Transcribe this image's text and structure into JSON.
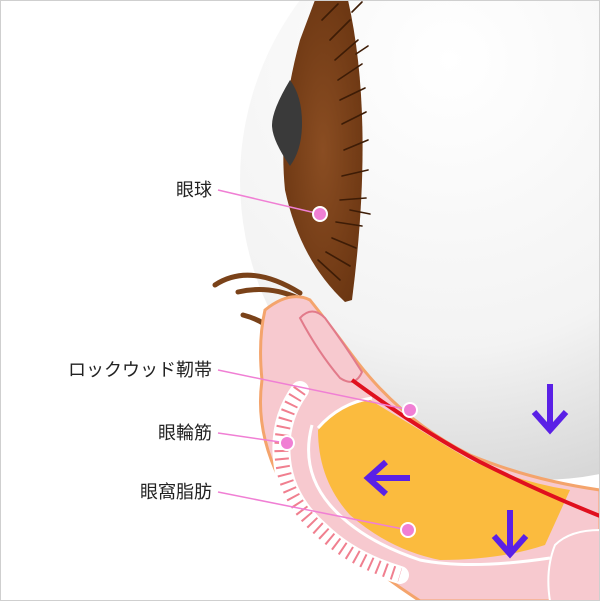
{
  "labels": {
    "eyeball": "眼球",
    "lockwood": "ロックウッド靭帯",
    "orbicularis": "眼輪筋",
    "orbital_fat": "眼窩脂肪"
  },
  "colors": {
    "iris": "#7a4219",
    "pupil": "#3a3a3a",
    "skin": "#f7c9cf",
    "skin_outline": "#f4a46c",
    "fat": "#fbbb3e",
    "ligament": "#e0101e",
    "leader": "#f07fd4",
    "arrow": "#5a20e6",
    "lash": "#7a4219"
  },
  "icons": {
    "arrow_down": "arrow-down-icon",
    "arrow_left": "arrow-left-icon"
  }
}
